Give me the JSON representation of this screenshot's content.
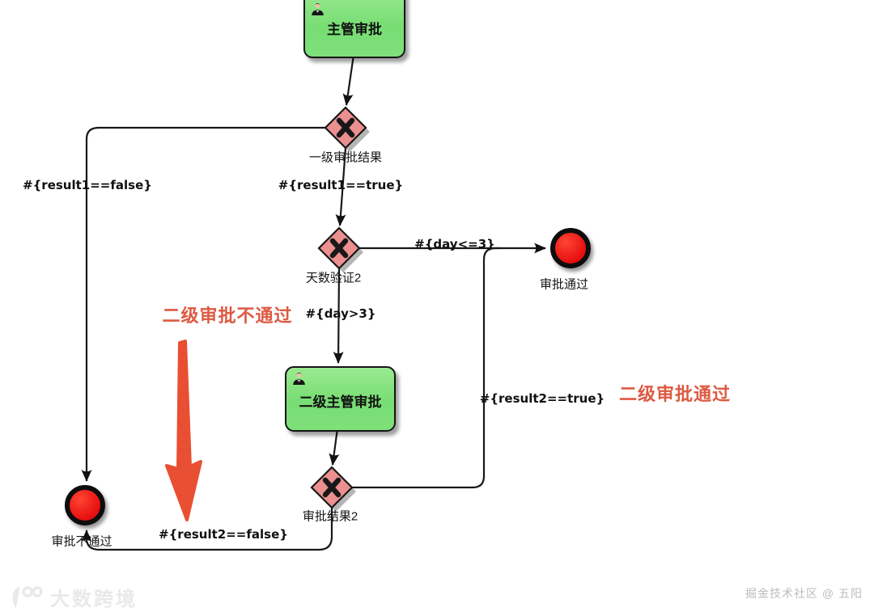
{
  "diagram": {
    "nodes": {
      "task1": {
        "label": "主管审批",
        "type": "user-task"
      },
      "gateway1": {
        "label": "一级审批结果",
        "type": "exclusive-gateway"
      },
      "gateway2": {
        "label": "天数验证2",
        "type": "exclusive-gateway"
      },
      "task2": {
        "label": "二级主管审批",
        "type": "user-task"
      },
      "gateway3": {
        "label": "审批结果2",
        "type": "exclusive-gateway"
      },
      "end_pass": {
        "label": "审批通过",
        "type": "end-event"
      },
      "end_fail": {
        "label": "审批不通过",
        "type": "end-event"
      }
    },
    "edge_labels": {
      "result1_false": "#{result1==false}",
      "result1_true": "#{result1==true}",
      "day_le3": "#{day<=3}",
      "day_gt3": "#{day>3}",
      "result2_true": "#{result2==true}",
      "result2_false": "#{result2==false}"
    },
    "annotations": {
      "second_level_fail": "二级审批不通过",
      "second_level_pass": "二级审批通过"
    },
    "colors": {
      "task_fill": "#7ddc77",
      "gateway_fill": "#ec8f8f",
      "end_event_fill": "#e81111",
      "annotation_text": "#dd5a43",
      "annotation_arrow": "#e94f33",
      "connector": "#181818"
    }
  },
  "footer": {
    "watermark": "大数跨境",
    "credit": "掘金技术社区 @ 五阳"
  }
}
